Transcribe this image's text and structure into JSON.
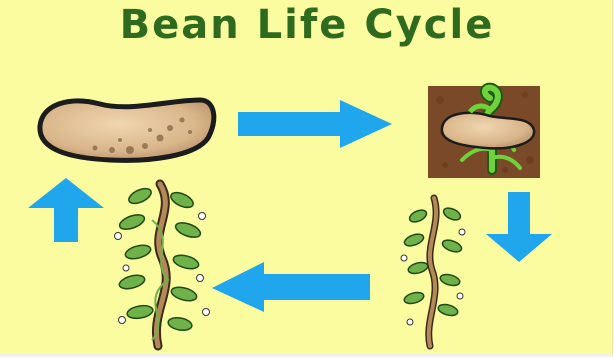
{
  "title": "Bean Life Cycle",
  "colors": {
    "background": "#fbfba0",
    "title": "#2f6b1f",
    "arrow": "#1fa6ec",
    "bean": "#d8b78c",
    "stem": "#6fb24a",
    "soil": "#7a4a28"
  },
  "stages": [
    {
      "id": "bean-seed",
      "icon": "bean-seed-illustration"
    },
    {
      "id": "germinating-bean",
      "icon": "germinating-bean-illustration"
    },
    {
      "id": "young-beanstalk",
      "icon": "young-beanstalk-illustration"
    },
    {
      "id": "mature-beanstalk",
      "icon": "mature-beanstalk-illustration"
    }
  ],
  "arrows": [
    {
      "id": "seed-to-germination",
      "direction": "right"
    },
    {
      "id": "germination-to-young",
      "direction": "down"
    },
    {
      "id": "young-to-mature",
      "direction": "left"
    },
    {
      "id": "mature-to-seed",
      "direction": "up"
    }
  ]
}
